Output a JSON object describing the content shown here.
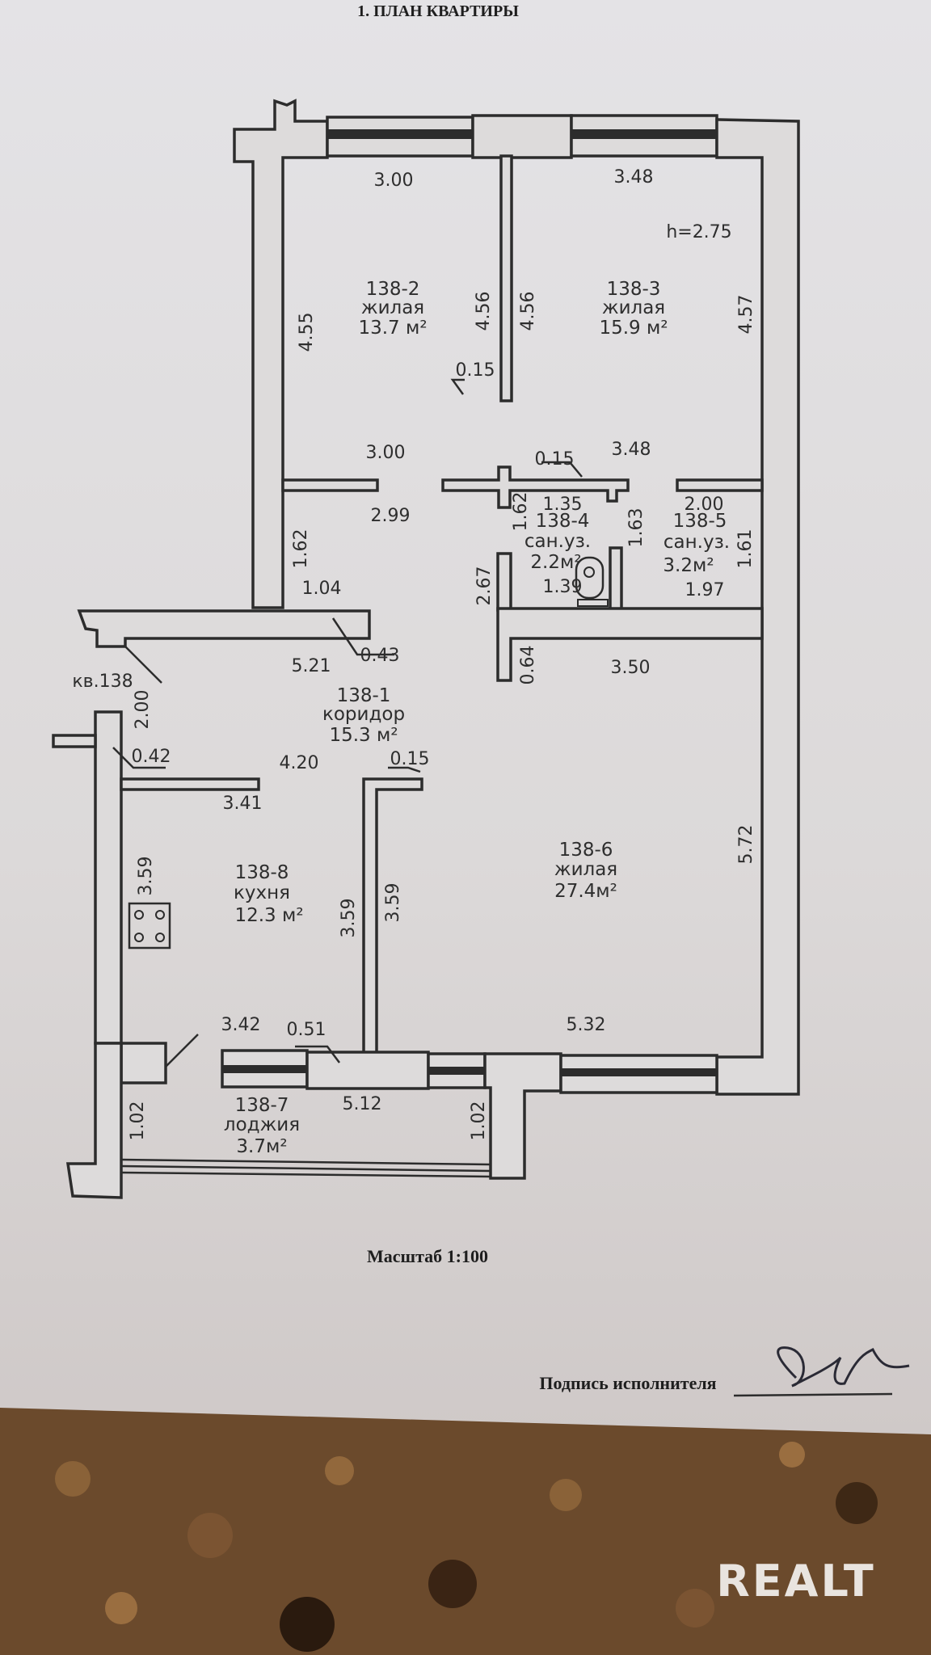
{
  "document": {
    "title": "1. ПЛАН КВАРТИРЫ",
    "scale": "Масштаб 1:100",
    "signature_label": "Подпись исполнителя",
    "apartment": "кв.138",
    "ceiling_height": "h=2.75"
  },
  "rooms": [
    {
      "id": "138-1",
      "name": "коридор",
      "area": "15.3 м²"
    },
    {
      "id": "138-2",
      "name": "жилая",
      "area": "13.7 м²"
    },
    {
      "id": "138-3",
      "name": "жилая",
      "area": "15.9 м²"
    },
    {
      "id": "138-4",
      "name": "сан.уз.",
      "area": "2.2м²"
    },
    {
      "id": "138-5",
      "name": "сан.уз.",
      "area": "3.2м²"
    },
    {
      "id": "138-6",
      "name": "жилая",
      "area": "27.4м²"
    },
    {
      "id": "138-7",
      "name": "лоджия",
      "area": "3.7м²"
    },
    {
      "id": "138-8",
      "name": "кухня",
      "area": "12.3 м²"
    }
  ],
  "dimensions": [
    "3.00",
    "3.48",
    "4.55",
    "4.56",
    "4.56",
    "4.57",
    "0.15",
    "3.00",
    "0.15",
    "3.48",
    "2.99",
    "1.62",
    "1.62",
    "1.35",
    "1.63",
    "2.00",
    "1.61",
    "1.39",
    "1.97",
    "2.67",
    "1.04",
    "0.64",
    "3.50",
    "5.21",
    "0.43",
    "2.00",
    "0.42",
    "4.20",
    "0.15",
    "3.41",
    "3.59",
    "3.59",
    "3.59",
    "5.72",
    "3.42",
    "0.51",
    "5.32",
    "5.12",
    "1.02",
    "1.02"
  ],
  "watermark": "REALT",
  "colors": {
    "paper": "#dcdad9",
    "ink": "#2c2c2c",
    "cork": "#5a3d24"
  }
}
